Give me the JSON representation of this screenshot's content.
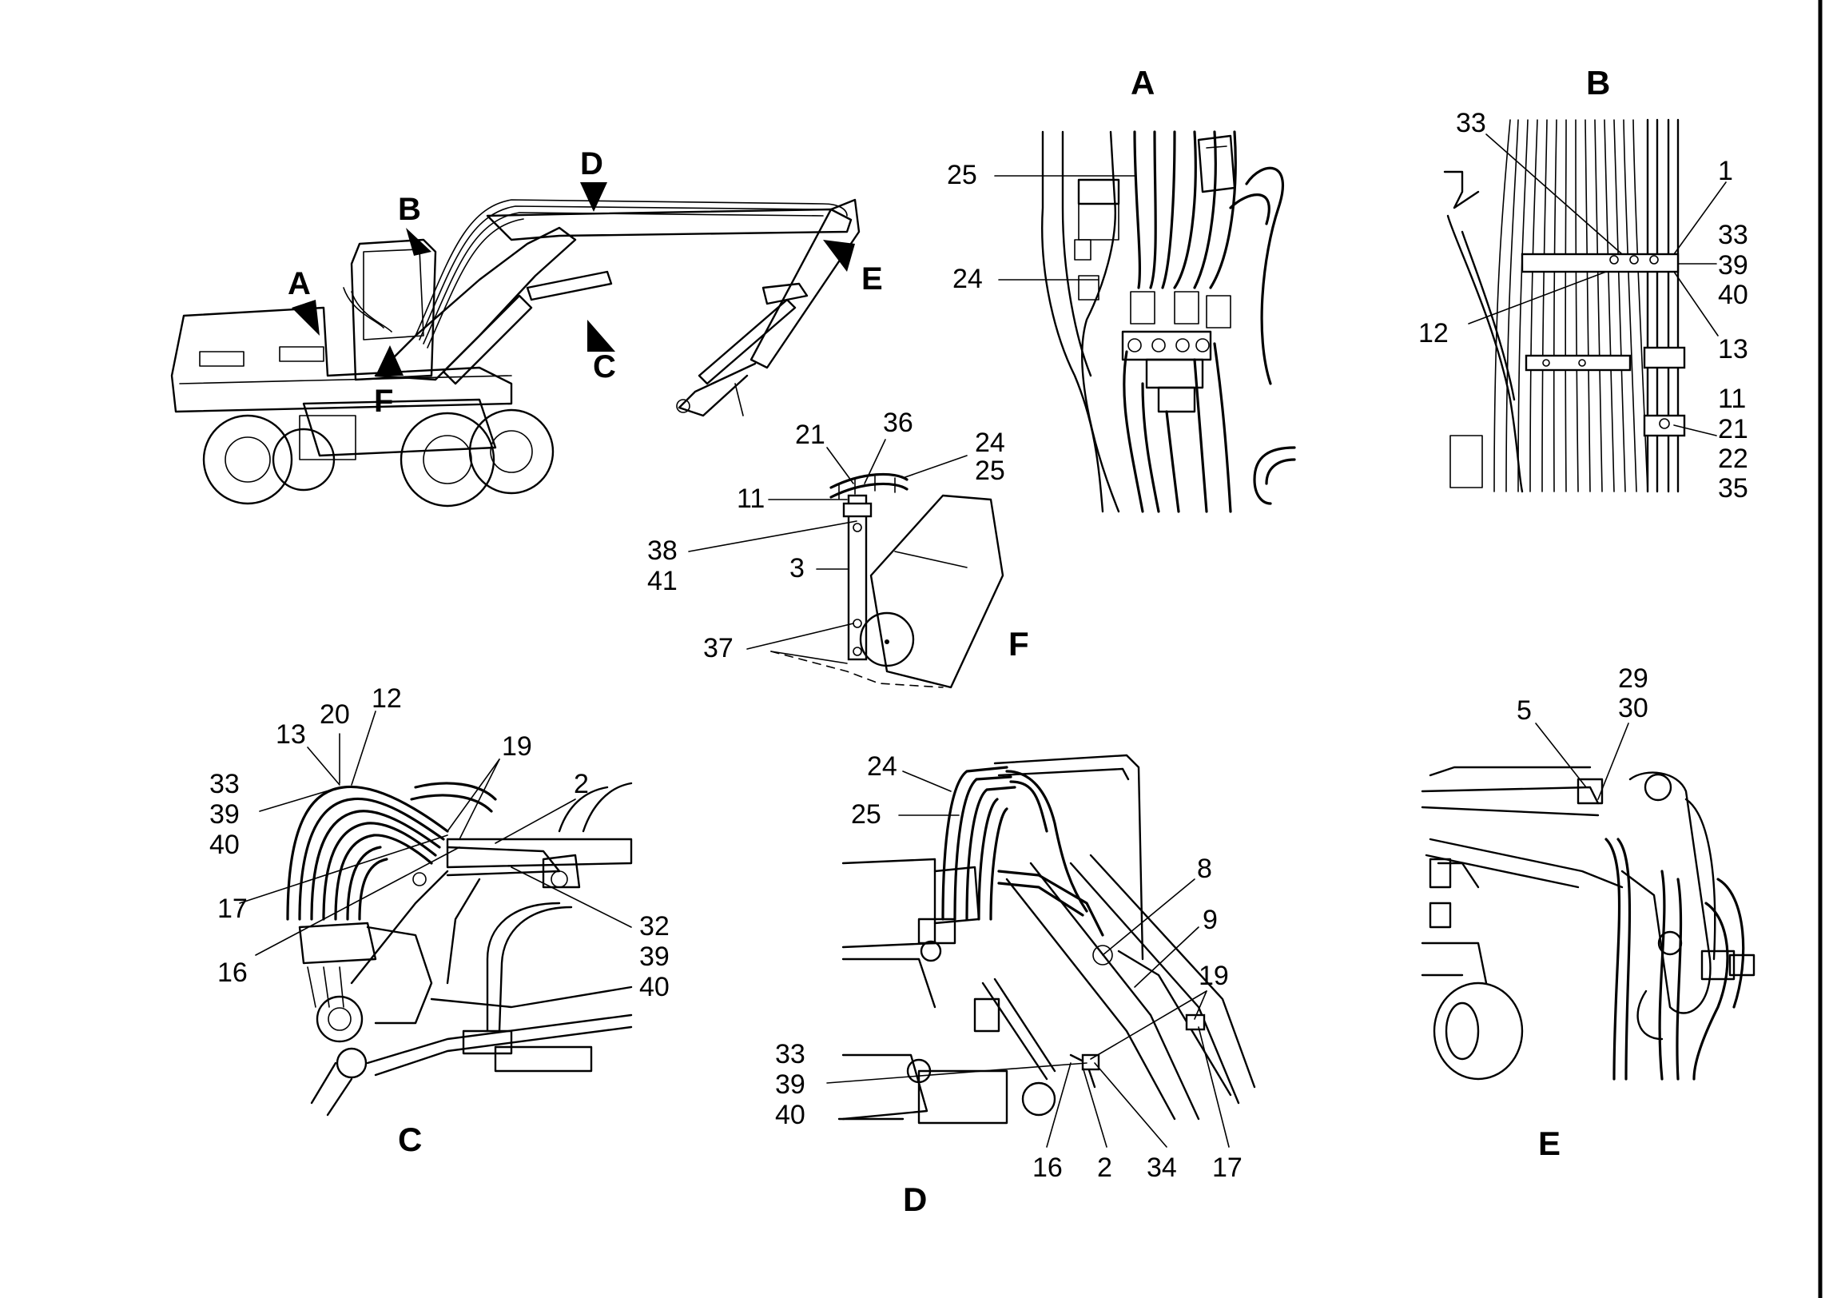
{
  "views": {
    "A": {
      "title": "A",
      "callouts": [
        "25",
        "24"
      ]
    },
    "B": {
      "title": "B",
      "callouts": [
        "33",
        "1",
        "33",
        "39",
        "40",
        "12",
        "13",
        "11",
        "21",
        "22",
        "35"
      ]
    },
    "C": {
      "title": "C",
      "callouts": [
        "13",
        "20",
        "12",
        "33",
        "39",
        "40",
        "19",
        "2",
        "17",
        "16",
        "32",
        "39",
        "40"
      ]
    },
    "D": {
      "title": "D",
      "callouts": [
        "24",
        "25",
        "8",
        "9",
        "19",
        "33",
        "39",
        "40",
        "16",
        "2",
        "34",
        "17"
      ]
    },
    "E": {
      "title": "E",
      "callouts": [
        "5",
        "29",
        "30"
      ]
    },
    "F": {
      "title": "F",
      "callouts": [
        "21",
        "36",
        "24",
        "25",
        "11",
        "38",
        "41",
        "3",
        "37"
      ]
    }
  },
  "overview": {
    "markers": [
      "A",
      "B",
      "C",
      "D",
      "E",
      "F"
    ]
  }
}
